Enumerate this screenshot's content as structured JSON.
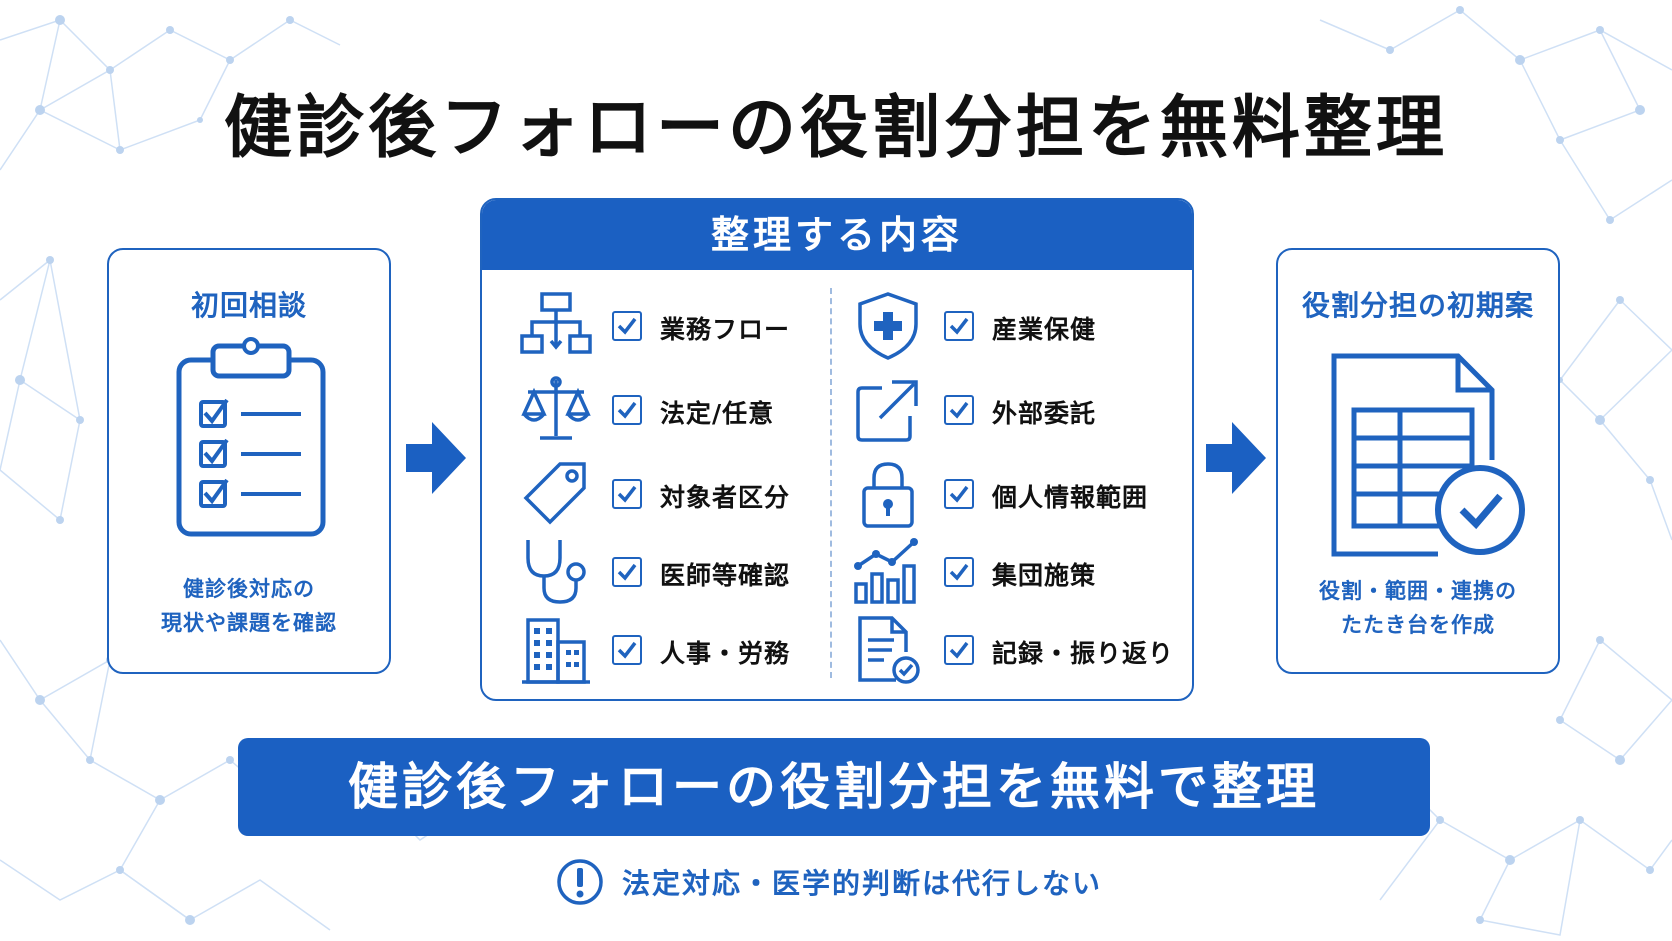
{
  "title": "健診後フォローの役割分担を無料整理",
  "left_card": {
    "title": "初回相談",
    "icon": "clipboard-checklist-icon",
    "desc_line1": "健診後対応の",
    "desc_line2": "現状や課題を確認"
  },
  "center_card": {
    "header": "整理する内容",
    "left_items": [
      {
        "icon": "flowchart-icon",
        "label": "業務フロー"
      },
      {
        "icon": "scales-icon",
        "label": "法定/任意"
      },
      {
        "icon": "tag-icon",
        "label": "対象者区分"
      },
      {
        "icon": "stethoscope-icon",
        "label": "医師等確認"
      },
      {
        "icon": "office-building-icon",
        "label": "人事・労務"
      }
    ],
    "right_items": [
      {
        "icon": "shield-plus-icon",
        "label": "産業保健"
      },
      {
        "icon": "external-link-icon",
        "label": "外部委託"
      },
      {
        "icon": "padlock-icon",
        "label": "個人情報範囲"
      },
      {
        "icon": "bar-chart-icon",
        "label": "集団施策"
      },
      {
        "icon": "document-check-icon",
        "label": "記録・振り返り"
      }
    ]
  },
  "right_card": {
    "title": "役割分担の初期案",
    "icon": "document-table-check-icon",
    "desc_line1": "役割・範囲・連携の",
    "desc_line2": "たたき台を作成"
  },
  "banner": "健診後フォローの役割分担を無料で整理",
  "note": {
    "icon": "exclamation-circle-icon",
    "text": "法定対応・医学的判断は代行しない"
  },
  "colors": {
    "primary": "#1b60c2",
    "accent": "#1f63bf",
    "network": "#bcd3ef"
  }
}
